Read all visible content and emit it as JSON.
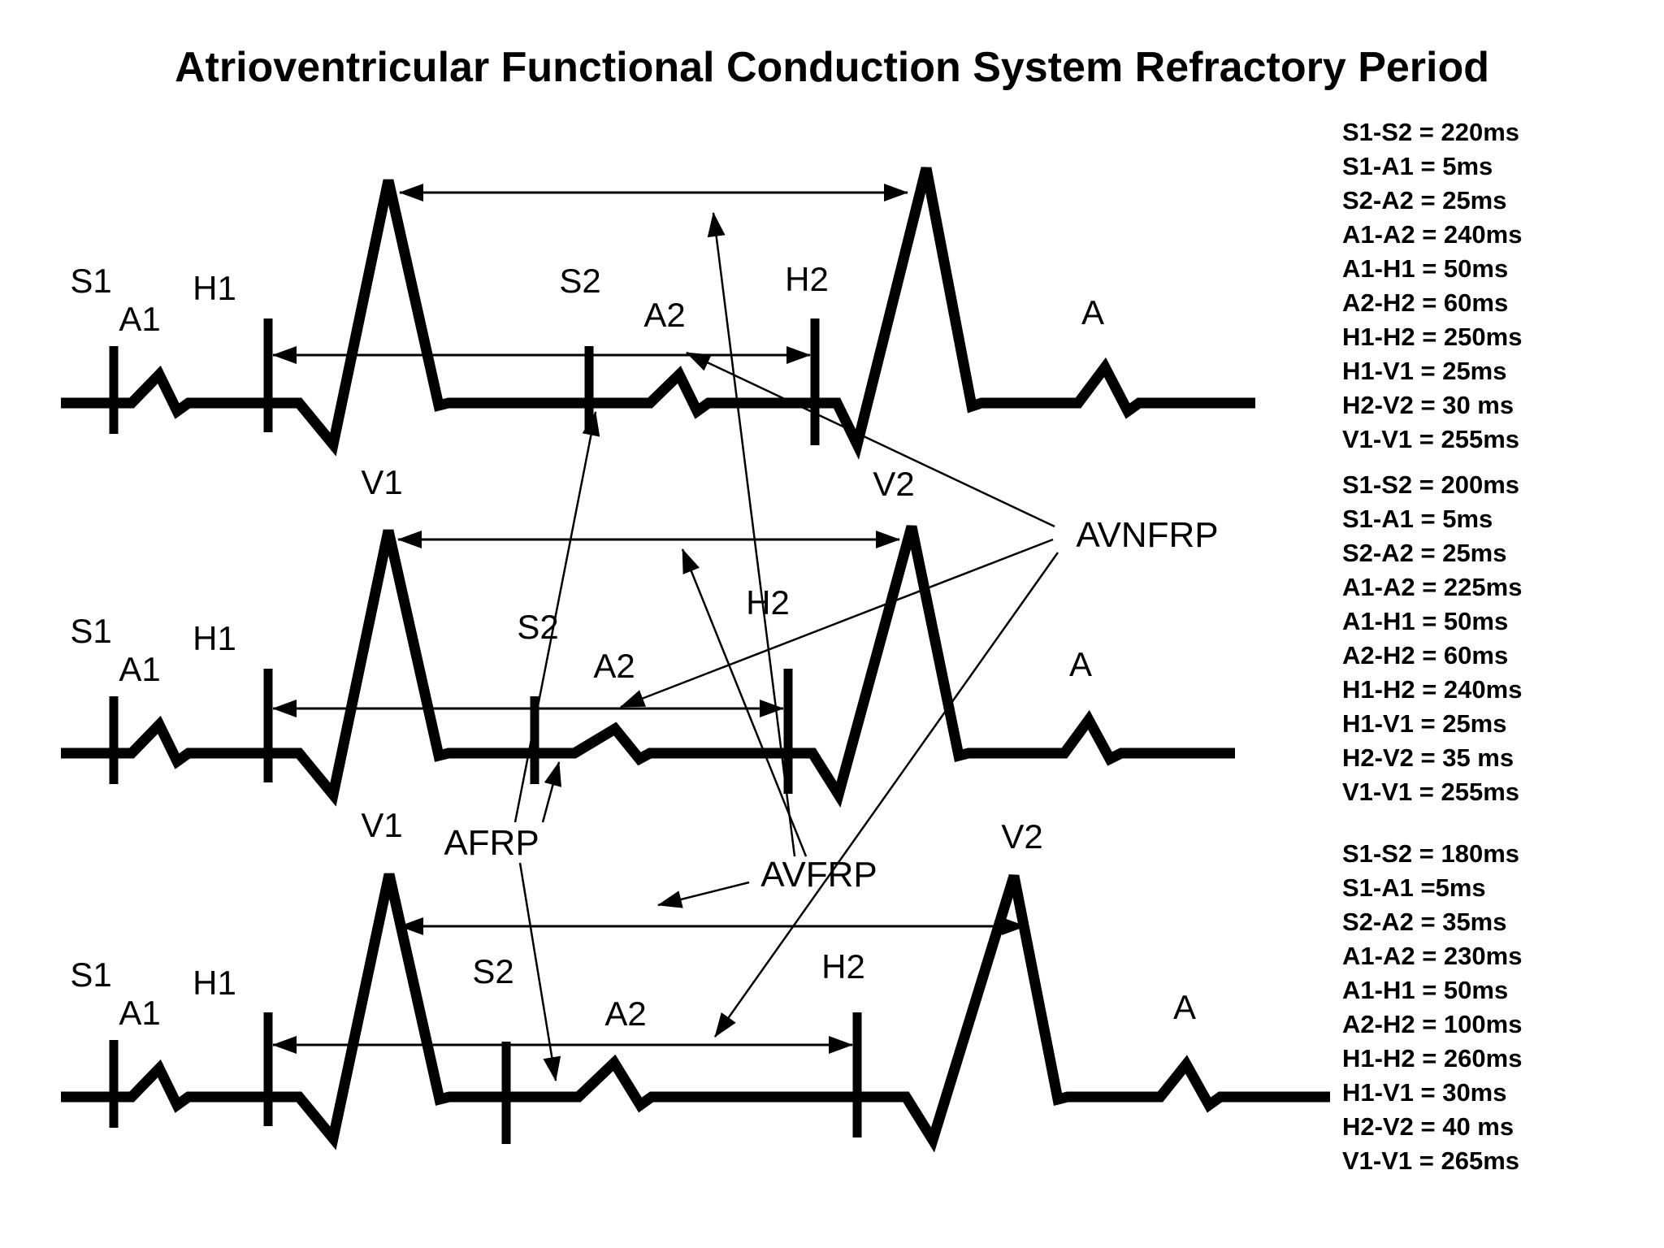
{
  "title": "Atrioventricular Functional Conduction System Refractory Period",
  "annotations": {
    "avnfrp": "AVNFRP",
    "afrp": "AFRP",
    "avfrp": "AVFRP"
  },
  "traces": [
    {
      "labels": {
        "s1": "S1",
        "a1": "A1",
        "h1": "H1",
        "s2": "S2",
        "a2": "A2",
        "h2": "H2",
        "v1": "V1",
        "v2": "V2",
        "a": "A"
      }
    },
    {
      "labels": {
        "s1": "S1",
        "a1": "A1",
        "h1": "H1",
        "s2": "S2",
        "a2": "A2",
        "h2": "H2",
        "a": "A"
      }
    },
    {
      "labels": {
        "s1": "S1",
        "a1": "A1",
        "h1": "H1",
        "s2": "S2",
        "a2": "A2",
        "h2": "H2",
        "v1": "V1",
        "v2": "V2",
        "a": "A"
      }
    }
  ],
  "measurement_blocks": [
    {
      "lines": [
        "S1-S2 = 220ms",
        "S1-A1 = 5ms",
        "S2-A2 = 25ms",
        "A1-A2 = 240ms",
        "A1-H1 = 50ms",
        "A2-H2 = 60ms",
        "H1-H2 = 250ms",
        "H1-V1 = 25ms",
        "H2-V2 = 30 ms",
        "V1-V1 = 255ms"
      ]
    },
    {
      "lines": [
        "S1-S2 = 200ms",
        "S1-A1 = 5ms",
        "S2-A2 = 25ms",
        "A1-A2 = 225ms",
        "A1-H1 = 50ms",
        "A2-H2 = 60ms",
        "H1-H2 = 240ms",
        "H1-V1 = 25ms",
        "H2-V2 = 35 ms",
        "V1-V1 = 255ms"
      ]
    },
    {
      "lines": [
        "S1-S2 = 180ms",
        "S1-A1 =5ms",
        "S2-A2 = 35ms",
        "A1-A2 = 230ms",
        "A1-H1 = 50ms",
        "A2-H2 = 100ms",
        "H1-H2 = 260ms",
        "H1-V1 = 30ms",
        "H2-V2 = 40 ms",
        "V1-V1 = 265ms"
      ]
    }
  ]
}
